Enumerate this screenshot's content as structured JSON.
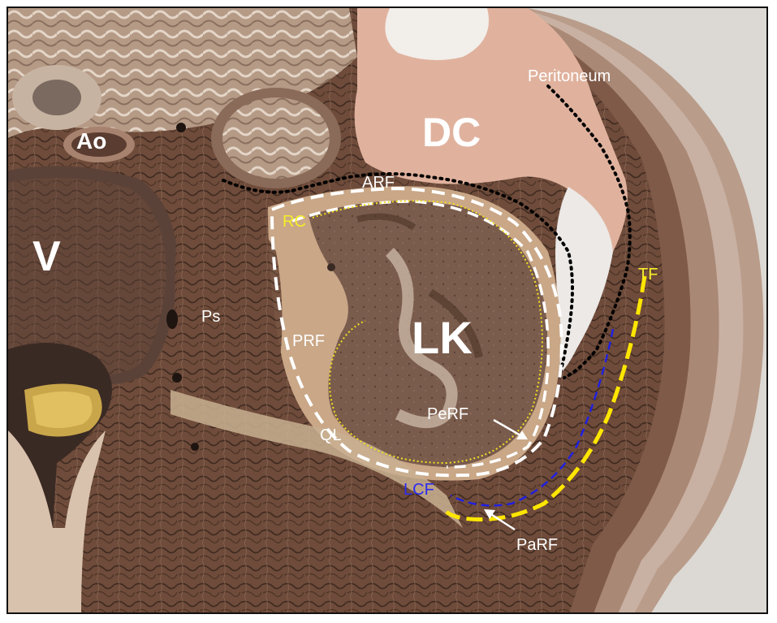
{
  "labels": {
    "peritoneum": "Peritoneum",
    "ao": "Ao",
    "dc": "DC",
    "arf": "ARF",
    "rc": "RC",
    "v": "V",
    "ps": "Ps",
    "lk": "LK",
    "prf": "PRF",
    "tf": "TF",
    "perf": "PeRF",
    "ql": "QL",
    "lcf": "LCF",
    "parf": "PaRF"
  },
  "colors": {
    "white_label": "#ffffff",
    "yellow_label": "#f5ee2a",
    "blue_label": "#2b2bf0",
    "muscle": "#6b4a3a",
    "fat": "#d9b99a",
    "colon": "#e2b4a0",
    "background": "#d9d4cf",
    "frame": "#111111"
  }
}
